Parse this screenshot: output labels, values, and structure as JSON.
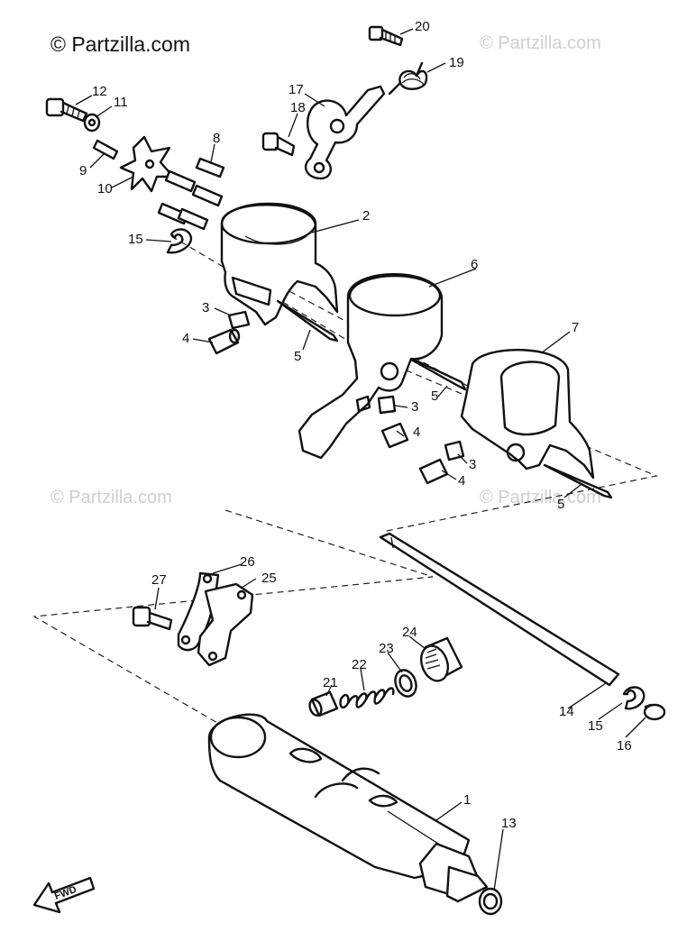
{
  "watermark": {
    "main": "© Partzilla.com",
    "faint": "© Partzilla.com"
  },
  "direction_arrow": "FWD",
  "callouts": [
    "1",
    "2",
    "3",
    "4",
    "5",
    "6",
    "7",
    "8",
    "9",
    "10",
    "11",
    "12",
    "13",
    "14",
    "15",
    "16",
    "17",
    "18",
    "19",
    "20",
    "21",
    "22",
    "23",
    "24",
    "25",
    "26",
    "27"
  ]
}
